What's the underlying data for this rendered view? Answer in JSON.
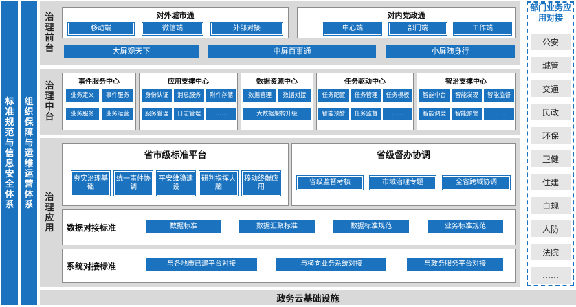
{
  "left_bars": {
    "standards": "标准规范与信息安全体系",
    "org": "组织保障与运维运营体系"
  },
  "front": {
    "label": "治理前台",
    "external": {
      "title": "对外城市通",
      "items": [
        "移动端",
        "微信端",
        "外部对接"
      ]
    },
    "internal": {
      "title": "对内党政通",
      "items": [
        "中心端",
        "部门端",
        "工作端"
      ]
    },
    "screens": [
      "大屏观天下",
      "中屏百事通",
      "小屏随身行"
    ]
  },
  "middle": {
    "label": "治理中台",
    "groups": [
      {
        "title": "事件服务中心",
        "items": [
          "业务定义",
          "事件服务",
          "业务服务",
          "业务运营"
        ]
      },
      {
        "title": "应用支撑中心",
        "items": [
          "身份认证",
          "消息服务",
          "附件存储",
          "服务管理",
          "日志管理",
          "……"
        ]
      },
      {
        "title": "数据资源中心",
        "items": [
          "数据管理",
          "数据对接",
          "大数据架构升级"
        ]
      },
      {
        "title": "任务驱动中心",
        "items": [
          "任务配置",
          "任务管理",
          "任务模板",
          "智能预警",
          "任务监督",
          "……"
        ]
      },
      {
        "title": "智治支撑中心",
        "items": [
          "智能中台",
          "智能发现",
          "智能监督",
          "智能调度",
          "智能预警",
          "……"
        ]
      }
    ]
  },
  "app": {
    "label": "治理应用",
    "provincial_platform": {
      "title": "省市级标准平台",
      "items": [
        "夯实治理基础",
        "统一事件协调",
        "平安维稳建设",
        "研判指挥大脑",
        "移动终端应用"
      ]
    },
    "supervision": {
      "title": "省级督办协调",
      "items": [
        "省级监督考核",
        "市域治理专题",
        "全省跨域协调"
      ]
    },
    "data_standard": {
      "title": "数据对接标准",
      "items": [
        "数据标准",
        "数据汇聚标准",
        "数据标准规范",
        "业务标准规范"
      ]
    },
    "system_standard": {
      "title": "系统对接标准",
      "items": [
        "与各地市已建平台对接",
        "与横向业务系统对接",
        "与政务服务平台对接"
      ]
    }
  },
  "bottom": "政务云基础设施",
  "dept": {
    "title": "部门业务应用对接",
    "items": [
      "公安",
      "城管",
      "交通",
      "民政",
      "环保",
      "卫健",
      "住建",
      "自规",
      "人防",
      "法院",
      "……"
    ]
  }
}
